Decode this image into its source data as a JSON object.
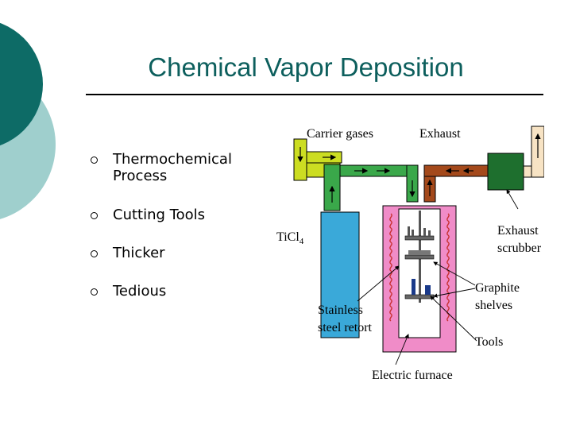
{
  "slide": {
    "title": "Chemical Vapor Deposition",
    "bullets": [
      "Thermochemical Process",
      "Cutting Tools",
      "Thicker",
      "Tedious"
    ]
  },
  "diagram": {
    "labels": {
      "carrier": "Carrier  gases",
      "exhaust": "Exhaust",
      "ticl": "TiCl",
      "ticl_sub": "4",
      "exhaust_scrubber_1": "Exhaust",
      "exhaust_scrubber_2": "scrubber",
      "graphite_1": "Graphite",
      "graphite_2": "shelves",
      "stainless_1": "Stainless",
      "stainless_2": "steel  retort",
      "tools": "Tools",
      "furnace": "Electric  furnace"
    },
    "colors": {
      "teal_dark": "#0d6b66",
      "teal_light": "#9fcfcd",
      "gas_yellow": "#ccdd22",
      "gas_green": "#3aa84a",
      "exhaust_brown": "#a4491b",
      "scrubber": "#1e6f2e",
      "vent": "#f7e3c4",
      "ticl_tank": "#3aa9d9",
      "furnace": "#f08cc8",
      "retort": "#ffffff",
      "coil": "#c83030"
    }
  }
}
